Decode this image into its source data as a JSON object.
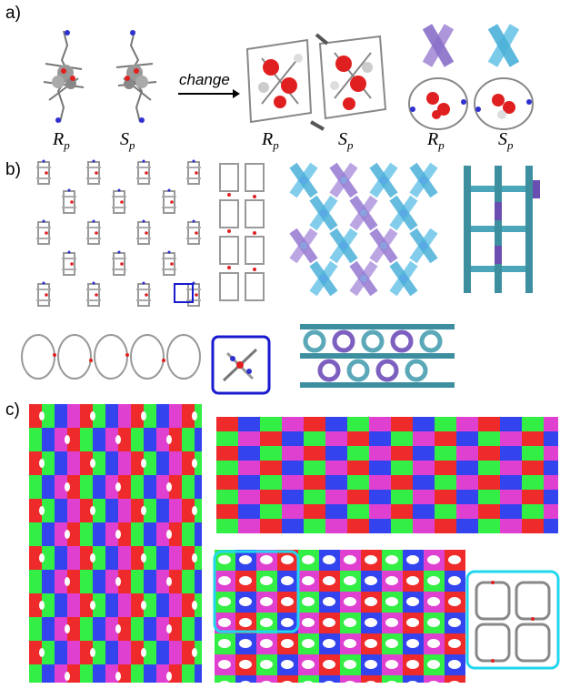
{
  "panels": {
    "a": {
      "label": "a)"
    },
    "b": {
      "label": "b)"
    },
    "c": {
      "label": "c)"
    }
  },
  "panel_a": {
    "left_pair": [
      {
        "base": "R",
        "sub": "p"
      },
      {
        "base": "S",
        "sub": "p"
      }
    ],
    "arrow_label": "change",
    "middle_pair": [
      {
        "base": "R",
        "sub": "p"
      },
      {
        "base": "S",
        "sub": "p"
      }
    ],
    "right_pair": [
      {
        "base": "R",
        "sub": "p"
      },
      {
        "base": "S",
        "sub": "p"
      }
    ]
  },
  "colors": {
    "molecule_gray": "#8a8a8a",
    "oxygen_red": "#e02020",
    "nitrogen_blue": "#3030d0",
    "purple_rod": "#a58bd6",
    "cyan_rod": "#6cc4e8",
    "teal_frame": "#3d8fa0",
    "pack_red": "#ee2a2a",
    "pack_green": "#33ee44",
    "pack_blue": "#3344ee",
    "pack_magenta": "#e040d0",
    "highlight_blue": "#1a1ad0",
    "highlight_cyan": "#22d6ee"
  }
}
